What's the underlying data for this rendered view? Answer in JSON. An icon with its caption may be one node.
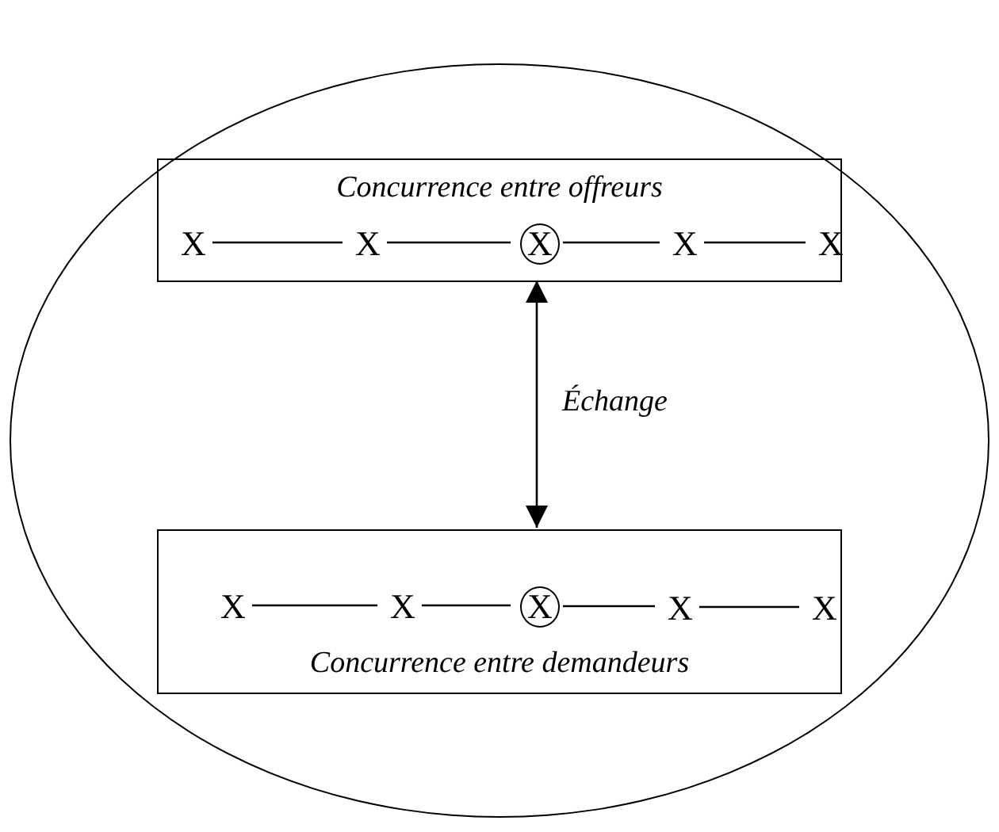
{
  "diagram": {
    "nodes": [
      {
        "text": [],
        "shape": "circle"
      },
      {
        "text": [
          "Concurrence entre offreurs"
        ],
        "in": 0
      },
      {
        "text": [
          "X"
        ],
        "in": 1
      },
      {
        "text": [
          "X"
        ],
        "in": 1
      },
      {
        "text": [
          "X"
        ],
        "in": 1
      },
      {
        "text": [
          "X"
        ],
        "in": 1
      },
      {
        "text": [
          "X"
        ],
        "in": 1
      },
      {
        "text": [
          "Concurrence entre demandeurs"
        ],
        "in": 0
      },
      {
        "text": [
          "X"
        ],
        "in": 7
      },
      {
        "text": [
          "X"
        ],
        "in": 7
      },
      {
        "text": [
          "X"
        ],
        "in": 7
      },
      {
        "text": [
          "X"
        ],
        "in": 7
      },
      {
        "text": [
          "X"
        ],
        "in": 7
      }
    ],
    "edges": [
      {
        "from": 2,
        "to": 3,
        "arrow": "none"
      },
      {
        "from": 3,
        "to": 4,
        "arrow": "none"
      },
      {
        "from": 4,
        "to": 5,
        "arrow": "none"
      },
      {
        "from": 5,
        "to": 6,
        "arrow": "none"
      },
      {
        "from": 1,
        "to": 7,
        "arrow": "both",
        "label": "Échange"
      },
      {
        "from": 8,
        "to": 9,
        "arrow": "none"
      },
      {
        "from": 9,
        "to": 10,
        "arrow": "none"
      },
      {
        "from": 10,
        "to": 11,
        "arrow": "none"
      },
      {
        "from": 11,
        "to": 12,
        "arrow": "none"
      }
    ]
  }
}
